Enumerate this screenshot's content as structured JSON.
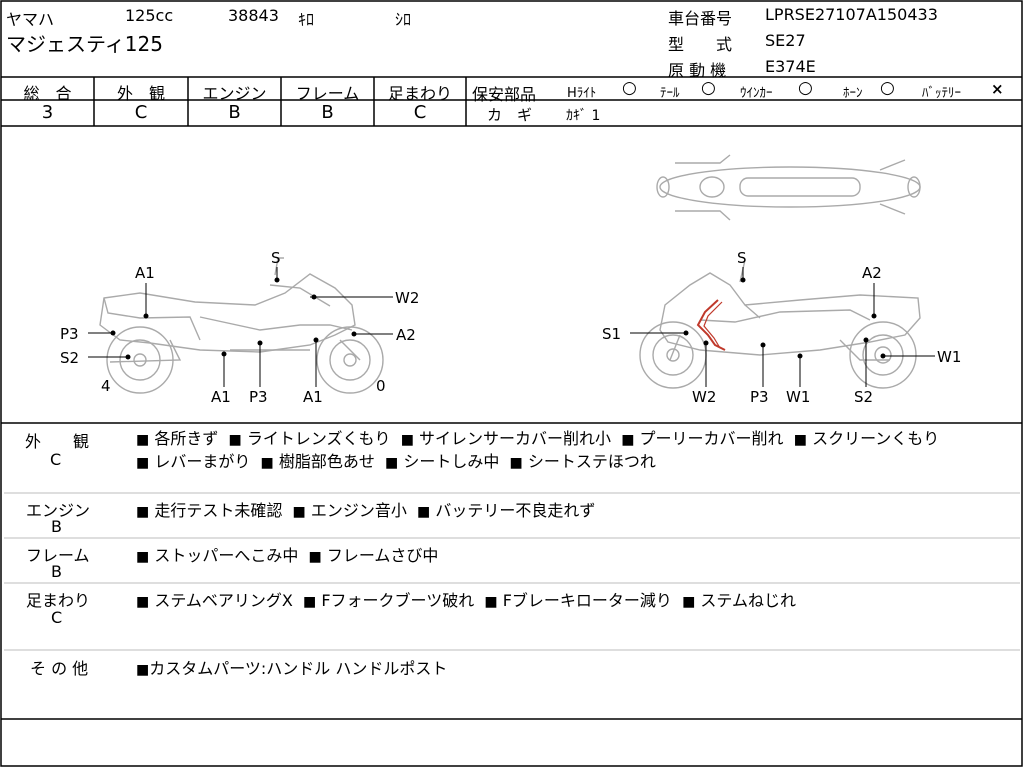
{
  "header": {
    "maker": "ヤマハ",
    "displacement": "125cc",
    "mileage": "38843",
    "mileage_unit": "ｷﾛ",
    "color": "ｼﾛ",
    "model_name": "マジェスティ125",
    "frame_no_label": "車台番号",
    "frame_no_value": "LPRSE27107A150433",
    "type_label": "型　　式",
    "type_value": "SE27",
    "engine_model_label": "原 動 機",
    "engine_model_value": "E374E"
  },
  "grades": {
    "cols": [
      {
        "label": "総　合",
        "value": "3"
      },
      {
        "label": "外　観",
        "value": "C"
      },
      {
        "label": "エンジン",
        "value": "B"
      },
      {
        "label": "フレーム",
        "value": "B"
      },
      {
        "label": "足まわり",
        "value": "C"
      }
    ]
  },
  "safety": {
    "title": "保安部品",
    "items": [
      {
        "label": "Hﾗｲﾄ",
        "mark": "○"
      },
      {
        "label": "ﾃｰﾙ",
        "mark": "○"
      },
      {
        "label": "ｳｲﾝｶｰ",
        "mark": "○"
      },
      {
        "label": "ﾎｰﾝ",
        "mark": "○"
      },
      {
        "label": "ﾊﾞｯﾃﾘｰ",
        "mark": "×"
      }
    ],
    "key_label": "カ　ギ",
    "key_value": "ｶｷﾞ 1"
  },
  "diagram": {
    "left_labels": {
      "s": "S",
      "a1_top": "A1",
      "w2": "W2",
      "p3": "P3",
      "a2": "A2",
      "s2": "S2",
      "four": "4",
      "zero": "0",
      "a1_b1": "A1",
      "p3_b": "P3",
      "a1_b2": "A1"
    },
    "right_labels": {
      "s": "S",
      "a2": "A2",
      "s1": "S1",
      "w1": "W1",
      "w2_b": "W2",
      "p3_b": "P3",
      "w1_b": "W1",
      "s2_b": "S2"
    }
  },
  "notes": {
    "bullet": "■",
    "sections": [
      {
        "title": "外　　観",
        "grade": "C",
        "items": [
          "各所きず",
          "ライトレンズくもり",
          "サイレンサーカバー削れ小",
          "プーリーカバー削れ",
          "スクリーンくもり",
          "レバーまがり",
          "樹脂部色あせ",
          "シートしみ中",
          "シートステほつれ"
        ]
      },
      {
        "title": "エンジン",
        "grade": "B",
        "items": [
          "走行テスト未確認",
          "エンジン音小",
          "バッテリー不良走れず"
        ]
      },
      {
        "title": "フレーム",
        "grade": "B",
        "items": [
          "ストッパーへこみ中",
          "フレームさび中"
        ]
      },
      {
        "title": "足まわり",
        "grade": "C",
        "items": [
          "ステムベアリングX",
          "Fフォークブーツ破れ",
          "Fブレーキローター減り",
          "ステムねじれ"
        ]
      },
      {
        "title": "そ の 他",
        "grade": "",
        "items": [
          "カスタムパーツ:ハンドル ハンドルポスト"
        ]
      }
    ]
  }
}
